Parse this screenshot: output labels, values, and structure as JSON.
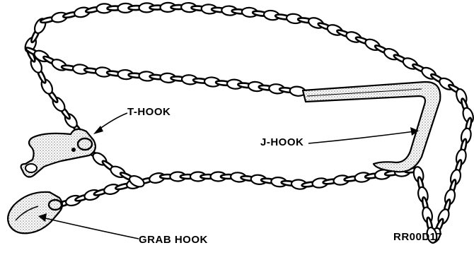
{
  "labels": {
    "t_hook": "T-HOOK",
    "j_hook": "J-HOOK",
    "grab_hook": "GRAB HOOK",
    "figure_code": "RR00D17"
  },
  "colors": {
    "ink": "#000000",
    "stipple": "#9a9a9a",
    "background": "#ffffff"
  }
}
